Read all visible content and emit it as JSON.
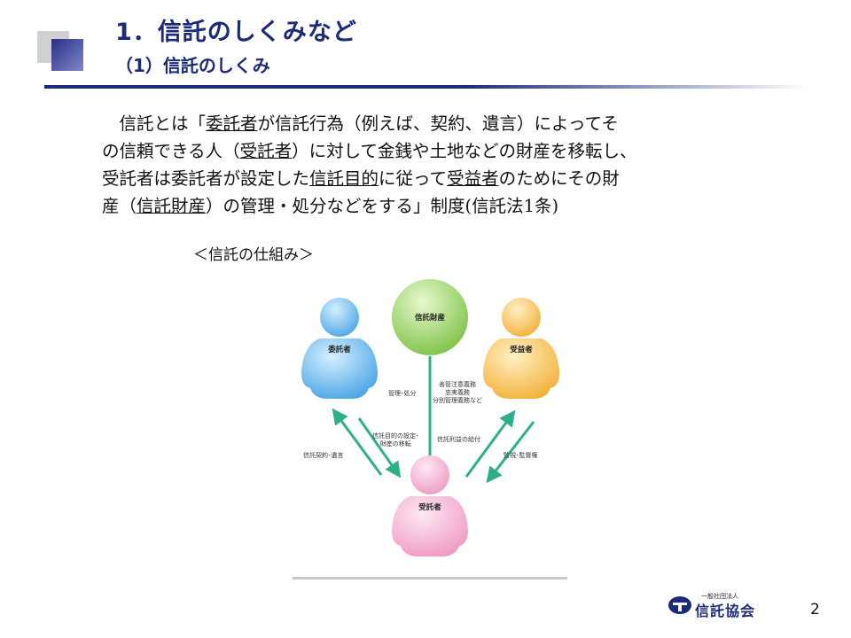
{
  "header": {
    "title": "1．信託のしくみなど",
    "subtitle": "（1）信託のしくみ"
  },
  "body": {
    "line1": [
      "　信託とは「",
      "委託者",
      "が信託行為（例えば、契約、遺言）によってそ"
    ],
    "line2": [
      "の信頼できる人（",
      "受託者",
      "）に対して金銭や土地などの財産を移転し、"
    ],
    "line3": [
      "受託者は委託者が設定した",
      "信託目的",
      "に従って",
      "受益者",
      "のためにその財"
    ],
    "line4": [
      "産（",
      "信託財産",
      "）の管理・処分などをする」制度(信託法1条)"
    ]
  },
  "diagram": {
    "caption": "＜信託の仕組み＞",
    "nodes": {
      "settlor": "委託者",
      "property": "信託財産",
      "beneficiary": "受益者",
      "trustee": "受託者"
    },
    "labels": {
      "management": "管理･処分",
      "duties1": "善管注意義務",
      "duties2": "忠実義務",
      "duties3": "分別管理義務など",
      "contract": "信託契約･遺言",
      "purpose1": "信託目的の設定･",
      "purpose2": "財産の移転",
      "benefit": "信託利益の給付",
      "supervision": "監視･監督権"
    },
    "colors": {
      "settlor": "#5cb2ea",
      "property": "#8ccc5a",
      "beneficiary": "#f5b944",
      "trustee": "#f2a7c9",
      "arrow": "#2db08a"
    }
  },
  "footer": {
    "logo_small": "一般社団法人",
    "logo_text": "信託協会",
    "page_number": "2"
  }
}
